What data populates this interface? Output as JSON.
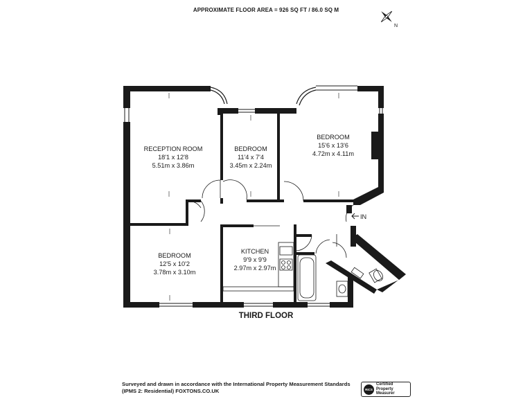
{
  "header": {
    "area_text": "APPROXIMATE FLOOR AREA = 926 SQ FT / 86.0 SQ M"
  },
  "compass": {
    "north_label": "N",
    "icon": "compass-rose-icon"
  },
  "rooms": {
    "reception": {
      "name": "RECEPTION ROOM",
      "imperial": "18'1 x 12'8",
      "metric": "5.51m x 3.86m"
    },
    "bedroom_small": {
      "name": "BEDROOM",
      "imperial": "11'4 x 7'4",
      "metric": "3.45m x 2.24m"
    },
    "bedroom_large": {
      "name": "BEDROOM",
      "imperial": "15'6 x 13'6",
      "metric": "4.72m x 4.11m"
    },
    "bedroom_lower": {
      "name": "BEDROOM",
      "imperial": "12'5 x 10'2",
      "metric": "3.78m x 3.10m"
    },
    "kitchen": {
      "name": "KITCHEN",
      "imperial": "9'9 x 9'9",
      "metric": "2.97m x 2.97m"
    }
  },
  "entrance": {
    "label": "IN"
  },
  "floor": {
    "label": "THIRD FLOOR"
  },
  "footer": {
    "text": "Surveyed and drawn in accordance with the International Property Measurement Standards (IPMS 2: Residential) FOXTONS.CO.UK",
    "badge_seal": "RICS",
    "badge_text_1": "Certified",
    "badge_text_2": "Property",
    "badge_text_3": "Measurer"
  },
  "colors": {
    "wall": "#1a1a1a",
    "background": "#ffffff"
  }
}
